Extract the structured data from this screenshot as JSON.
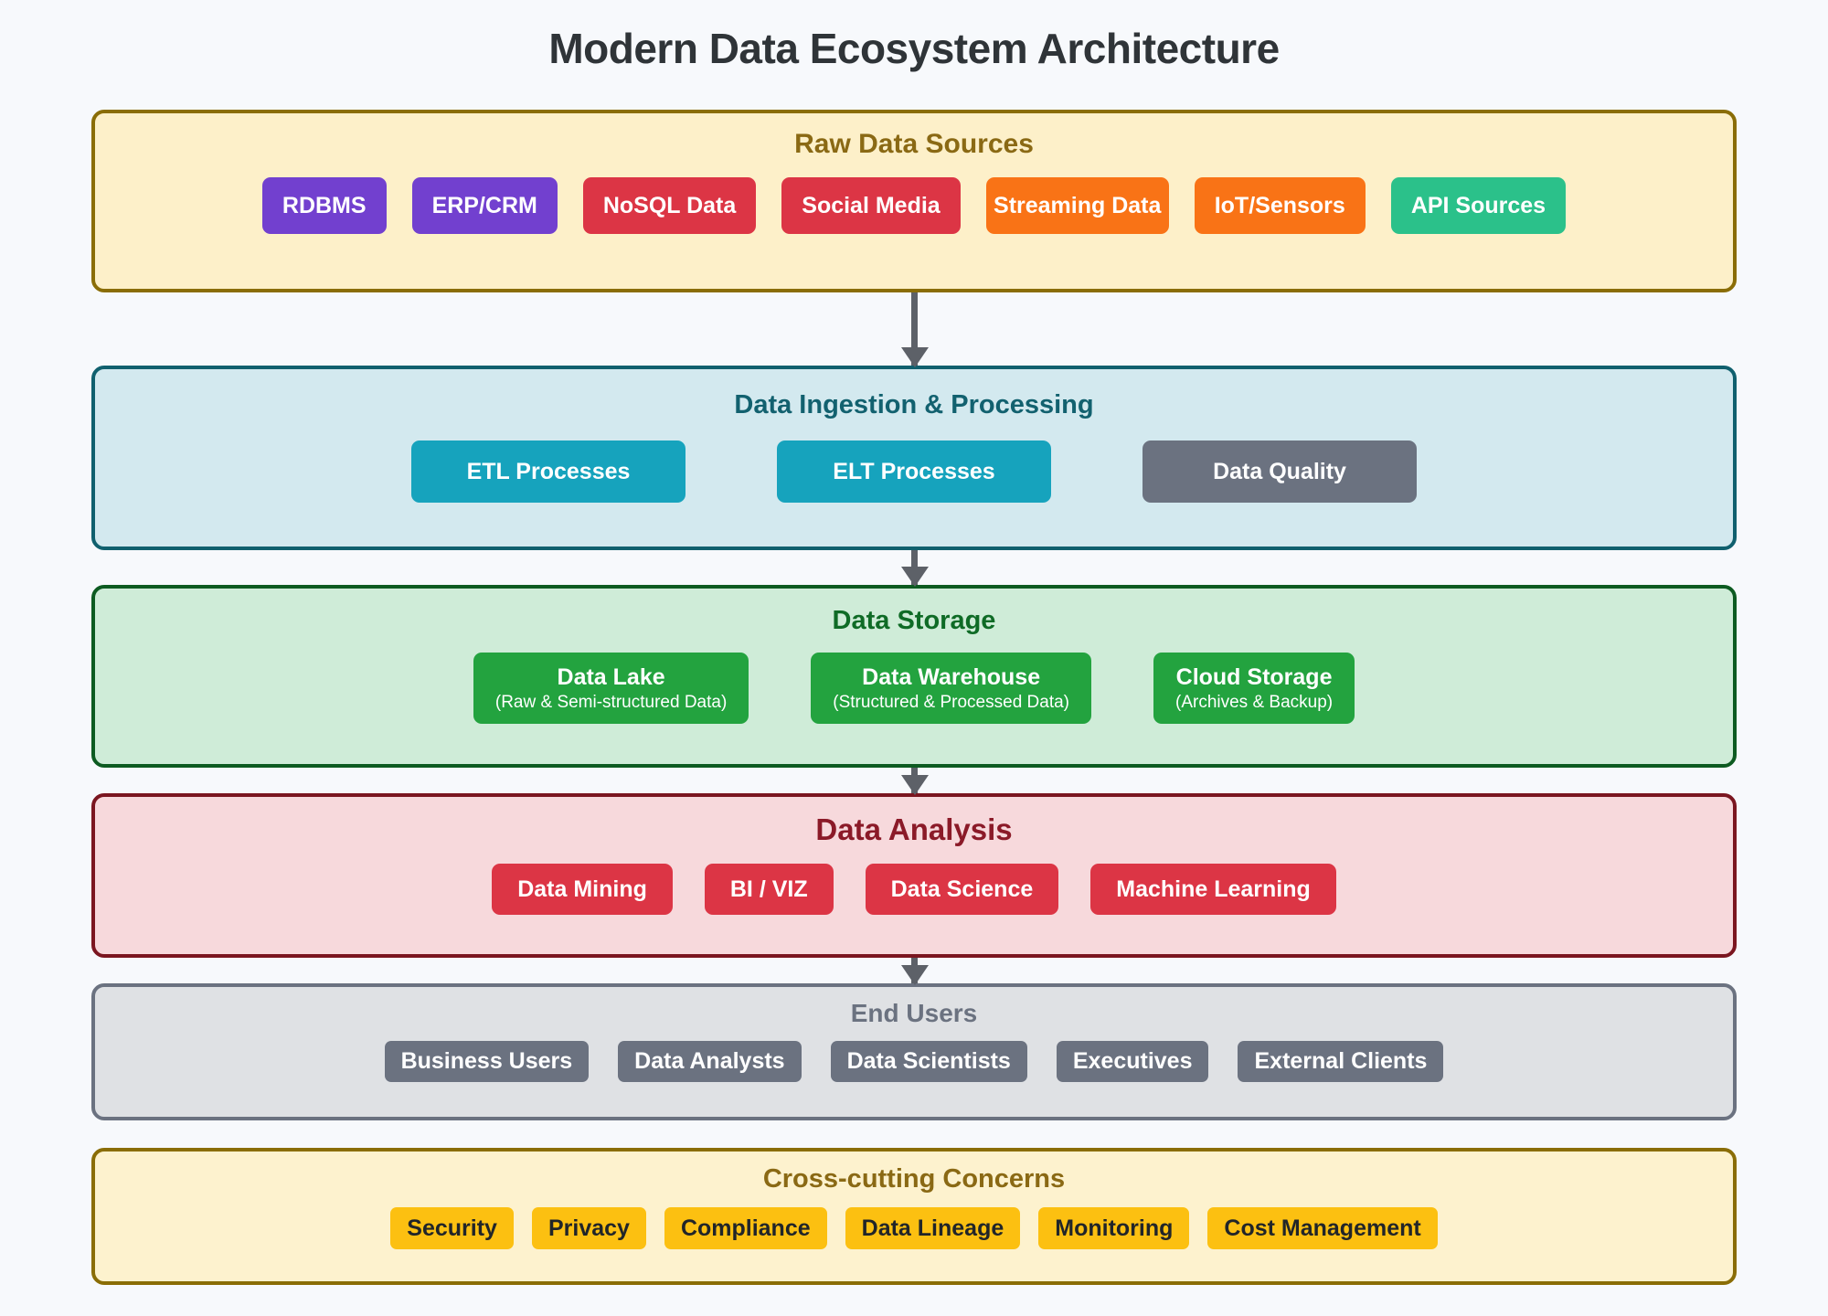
{
  "page": {
    "title": "Modern Data Ecosystem Architecture",
    "background_color": "#f7f9fc",
    "title_color": "#2f3438"
  },
  "stages": {
    "sources": {
      "header": "Raw Data Sources",
      "panel_fill": "#fdf0c9",
      "panel_border": "#8a6d06",
      "header_color": "#8a6914",
      "items": [
        {
          "label": "RDBMS",
          "color": "#7240cf"
        },
        {
          "label": "ERP/CRM",
          "color": "#7240cf"
        },
        {
          "label": "NoSQL Data",
          "color": "#dc3545"
        },
        {
          "label": "Social Media",
          "color": "#dc3545"
        },
        {
          "label": "Streaming Data",
          "color": "#f97316"
        },
        {
          "label": "IoT/Sensors",
          "color": "#f97316"
        },
        {
          "label": "API Sources",
          "color": "#2bc18a"
        }
      ]
    },
    "ingestion": {
      "header": "Data Ingestion & Processing",
      "panel_fill": "#d3e9ef",
      "panel_border": "#10606e",
      "header_color": "#12616f",
      "items": [
        {
          "label": "ETL Processes",
          "color": "#16a3bd"
        },
        {
          "label": "ELT Processes",
          "color": "#16a3bd"
        },
        {
          "label": "Data Quality",
          "color": "#6b7280"
        }
      ]
    },
    "storage": {
      "header": "Data Storage",
      "panel_fill": "#cfecd8",
      "panel_border": "#0d5b21",
      "header_color": "#0f6b26",
      "items": [
        {
          "label": "Data Lake",
          "sub": "(Raw & Semi-structured Data)",
          "color": "#23a33f"
        },
        {
          "label": "Data Warehouse",
          "sub": "(Structured & Processed Data)",
          "color": "#23a33f"
        },
        {
          "label": "Cloud Storage",
          "sub": "(Archives & Backup)",
          "color": "#23a33f"
        }
      ]
    },
    "analysis": {
      "header": "Data Analysis",
      "panel_fill": "#f7d9dc",
      "panel_border": "#7b1620",
      "header_color": "#8b1a28",
      "items": [
        {
          "label": "Data Mining",
          "color": "#dc3545"
        },
        {
          "label": "BI / VIZ",
          "color": "#dc3545"
        },
        {
          "label": "Data Science",
          "color": "#dc3545"
        },
        {
          "label": "Machine Learning",
          "color": "#dc3545"
        }
      ]
    },
    "endusers": {
      "header": "End Users",
      "panel_fill": "#dfe1e4",
      "panel_border": "#6b7280",
      "header_color": "#6b7280",
      "items": [
        {
          "label": "Business Users",
          "color": "#6b7280"
        },
        {
          "label": "Data Analysts",
          "color": "#6b7280"
        },
        {
          "label": "Data Scientists",
          "color": "#6b7280"
        },
        {
          "label": "Executives",
          "color": "#6b7280"
        },
        {
          "label": "External Clients",
          "color": "#6b7280"
        }
      ]
    },
    "cross": {
      "header": "Cross-cutting Concerns",
      "panel_fill": "#fdf2ce",
      "panel_border": "#8a6d06",
      "header_color": "#8a6914",
      "items": [
        {
          "label": "Security",
          "color": "#fcc011"
        },
        {
          "label": "Privacy",
          "color": "#fcc011"
        },
        {
          "label": "Compliance",
          "color": "#fcc011"
        },
        {
          "label": "Data Lineage",
          "color": "#fcc011"
        },
        {
          "label": "Monitoring",
          "color": "#fcc011"
        },
        {
          "label": "Cost Management",
          "color": "#fcc011"
        }
      ]
    }
  },
  "connectors": {
    "color": "#5d6168",
    "arrows": [
      {
        "from": "sources",
        "to": "ingestion"
      },
      {
        "from": "ingestion",
        "to": "storage"
      },
      {
        "from": "storage",
        "to": "analysis"
      },
      {
        "from": "analysis",
        "to": "endusers"
      }
    ]
  }
}
